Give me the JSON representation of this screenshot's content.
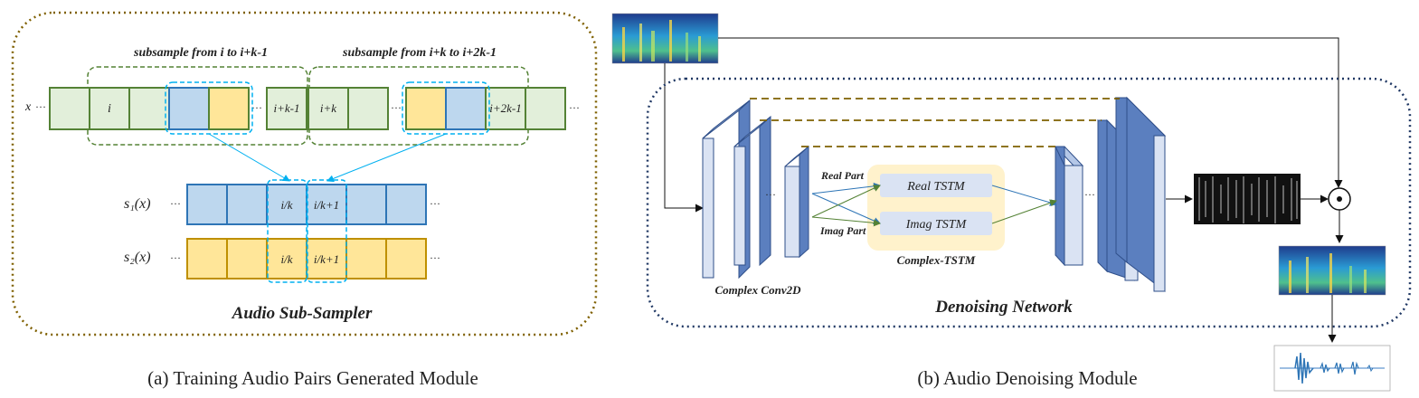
{
  "panel_a": {
    "caption": "(a) Training Audio Pairs Generated Module",
    "box_title": "Audio Sub-Sampler",
    "subsample_label_1": "subsample from i to i+k-1",
    "subsample_label_2": "subsample from i+k to i+2k-1",
    "x_label": "x",
    "x_cells": [
      "i",
      "i+k-1",
      "i+k",
      "i+2k-1"
    ],
    "s1_label": "s₁(x)",
    "s2_label": "s₂(x)",
    "s_cells": [
      "i/k",
      "i/k+1"
    ],
    "ellipsis": "···"
  },
  "panel_b": {
    "caption": "(b) Audio Denoising Module",
    "box_title": "Denoising Network",
    "encoder_label": "Complex Conv2D",
    "tstm_group_label": "Complex-TSTM",
    "real_tstm": "Real TSTM",
    "imag_tstm": "Imag TSTM",
    "real_part": "Real Part",
    "imag_part": "Imag Part",
    "multiply_symbol": "⊙",
    "ellipsis": "···"
  },
  "colors": {
    "green_fill": "#e2efda",
    "green_stroke": "#548235",
    "blue_fill": "#bdd7ee",
    "blue_stroke": "#2e75b6",
    "yellow_fill": "#ffe699",
    "yellow_stroke": "#bf9000",
    "dashed_blue": "#00b0f0",
    "outer_brown": "#7f6000",
    "outer_navy": "#203864",
    "layer_fill": "#dae3f3",
    "layer_side": "#8faadc",
    "tstm_bg": "#fff2cc"
  }
}
